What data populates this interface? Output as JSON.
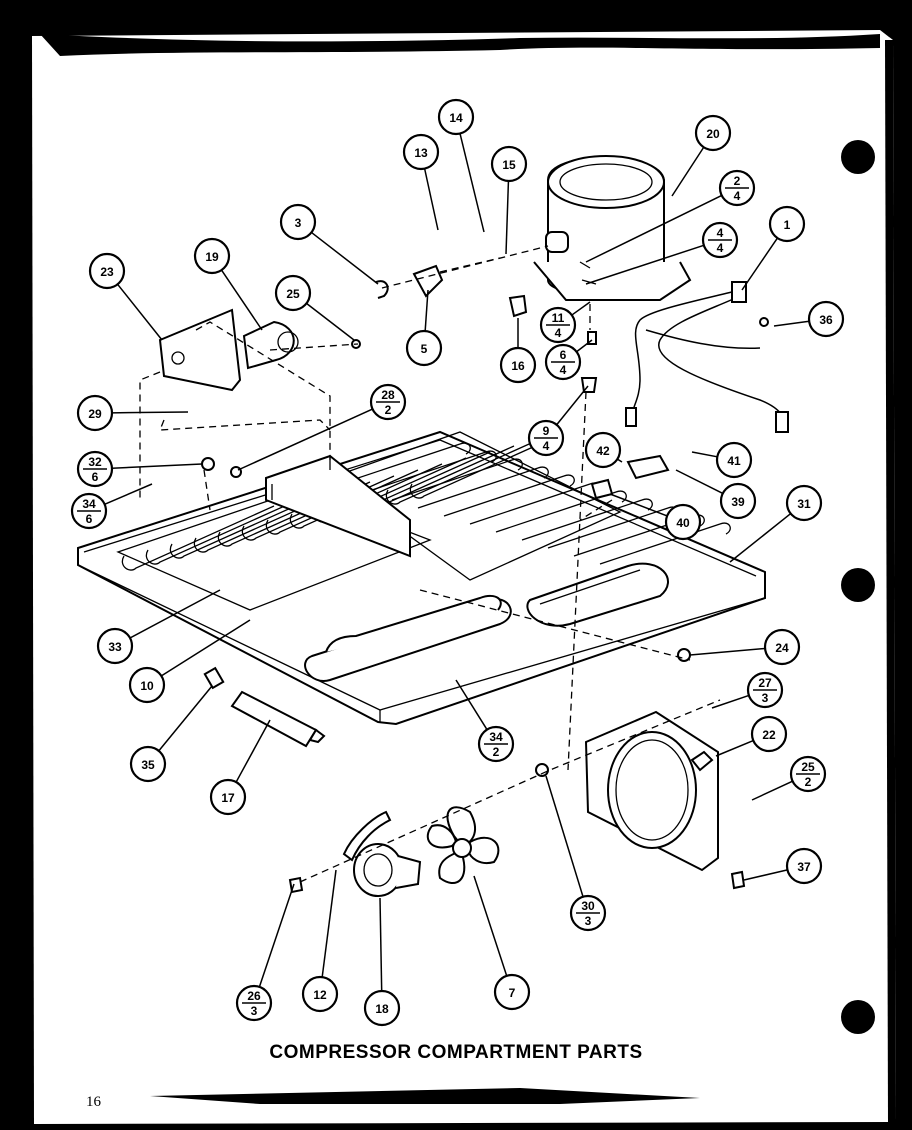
{
  "title": "COMPRESSOR COMPARTMENT PARTS",
  "page_number": "16",
  "callouts": [
    {
      "id": "c1",
      "top": "1",
      "bottom": ""
    },
    {
      "id": "c2",
      "top": "2",
      "bottom": "4"
    },
    {
      "id": "c3",
      "top": "3",
      "bottom": ""
    },
    {
      "id": "c4",
      "top": "4",
      "bottom": "4"
    },
    {
      "id": "c5",
      "top": "5",
      "bottom": ""
    },
    {
      "id": "c6",
      "top": "6",
      "bottom": "4"
    },
    {
      "id": "c7",
      "top": "7",
      "bottom": ""
    },
    {
      "id": "c9",
      "top": "9",
      "bottom": "4"
    },
    {
      "id": "c10",
      "top": "10",
      "bottom": ""
    },
    {
      "id": "c11",
      "top": "11",
      "bottom": "4"
    },
    {
      "id": "c12",
      "top": "12",
      "bottom": ""
    },
    {
      "id": "c13",
      "top": "13",
      "bottom": ""
    },
    {
      "id": "c14",
      "top": "14",
      "bottom": ""
    },
    {
      "id": "c15",
      "top": "15",
      "bottom": ""
    },
    {
      "id": "c16",
      "top": "16",
      "bottom": ""
    },
    {
      "id": "c17",
      "top": "17",
      "bottom": ""
    },
    {
      "id": "c18",
      "top": "18",
      "bottom": ""
    },
    {
      "id": "c19",
      "top": "19",
      "bottom": ""
    },
    {
      "id": "c20",
      "top": "20",
      "bottom": ""
    },
    {
      "id": "c22",
      "top": "22",
      "bottom": ""
    },
    {
      "id": "c23",
      "top": "23",
      "bottom": ""
    },
    {
      "id": "c24",
      "top": "24",
      "bottom": ""
    },
    {
      "id": "c25a",
      "top": "25",
      "bottom": ""
    },
    {
      "id": "c25b",
      "top": "25",
      "bottom": "2"
    },
    {
      "id": "c26",
      "top": "26",
      "bottom": "3"
    },
    {
      "id": "c27",
      "top": "27",
      "bottom": "3"
    },
    {
      "id": "c28",
      "top": "28",
      "bottom": "2"
    },
    {
      "id": "c29",
      "top": "29",
      "bottom": ""
    },
    {
      "id": "c30",
      "top": "30",
      "bottom": "3"
    },
    {
      "id": "c31",
      "top": "31",
      "bottom": ""
    },
    {
      "id": "c32",
      "top": "32",
      "bottom": "6"
    },
    {
      "id": "c33",
      "top": "33",
      "bottom": ""
    },
    {
      "id": "c34a",
      "top": "34",
      "bottom": "6"
    },
    {
      "id": "c34b",
      "top": "34",
      "bottom": "2"
    },
    {
      "id": "c35",
      "top": "35",
      "bottom": ""
    },
    {
      "id": "c36",
      "top": "36",
      "bottom": ""
    },
    {
      "id": "c37",
      "top": "37",
      "bottom": ""
    },
    {
      "id": "c39",
      "top": "39",
      "bottom": ""
    },
    {
      "id": "c40",
      "top": "40",
      "bottom": ""
    },
    {
      "id": "c41",
      "top": "41",
      "bottom": ""
    },
    {
      "id": "c42",
      "top": "42",
      "bottom": ""
    }
  ]
}
